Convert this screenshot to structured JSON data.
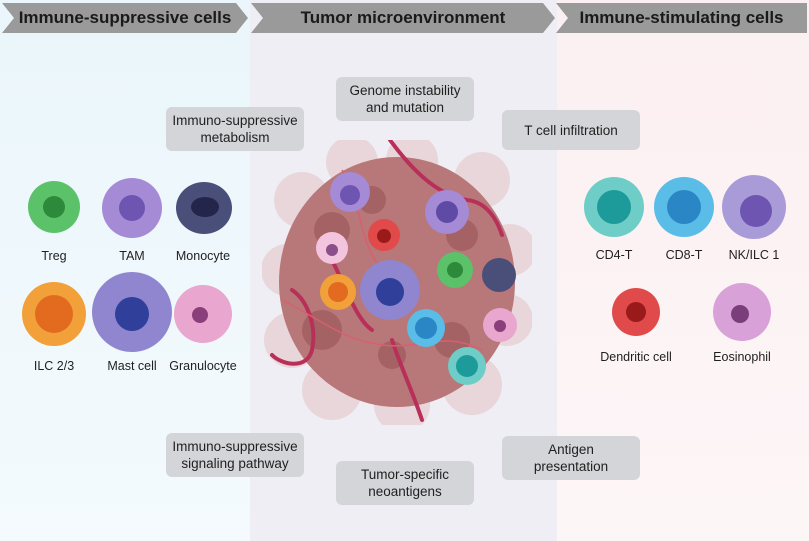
{
  "banners": {
    "left": "Immune-suppressive cells",
    "middle": "Tumor microenvironment",
    "right": "Immune-stimulating cells"
  },
  "factors": {
    "genome": "Genome instability\nand mutation",
    "metabolism": "Immuno-suppressive\nmetabolism",
    "tcell_infiltration": "T cell infiltration",
    "signaling": "Immuno-suppressive\nsignaling pathway",
    "neoantigens": "Tumor-specific\nneoantigens",
    "antigen": "Antigen\npresentation"
  },
  "suppressive_cells": [
    "Treg",
    "TAM",
    "Monocyte",
    "ILC 2/3",
    "Mast cell",
    "Granulocyte"
  ],
  "stimulating_cells": [
    "CD4-T",
    "CD8-T",
    "NK/ILC 1",
    "Dendritic cell",
    "Eosinophil"
  ],
  "colors": {
    "treg": "#5cc26a",
    "tam": "#a58ad6",
    "monocyte": "#4a4f7a",
    "ilc23": "#f2a03a",
    "mast": "#8f86cf",
    "granulocyte": "#e9a6cf",
    "cd4": "#6ecdc7",
    "cd8": "#59bde8",
    "nk": "#a99bd8",
    "dendritic": "#e04a4a",
    "eosinophil": "#d8a2d8"
  }
}
